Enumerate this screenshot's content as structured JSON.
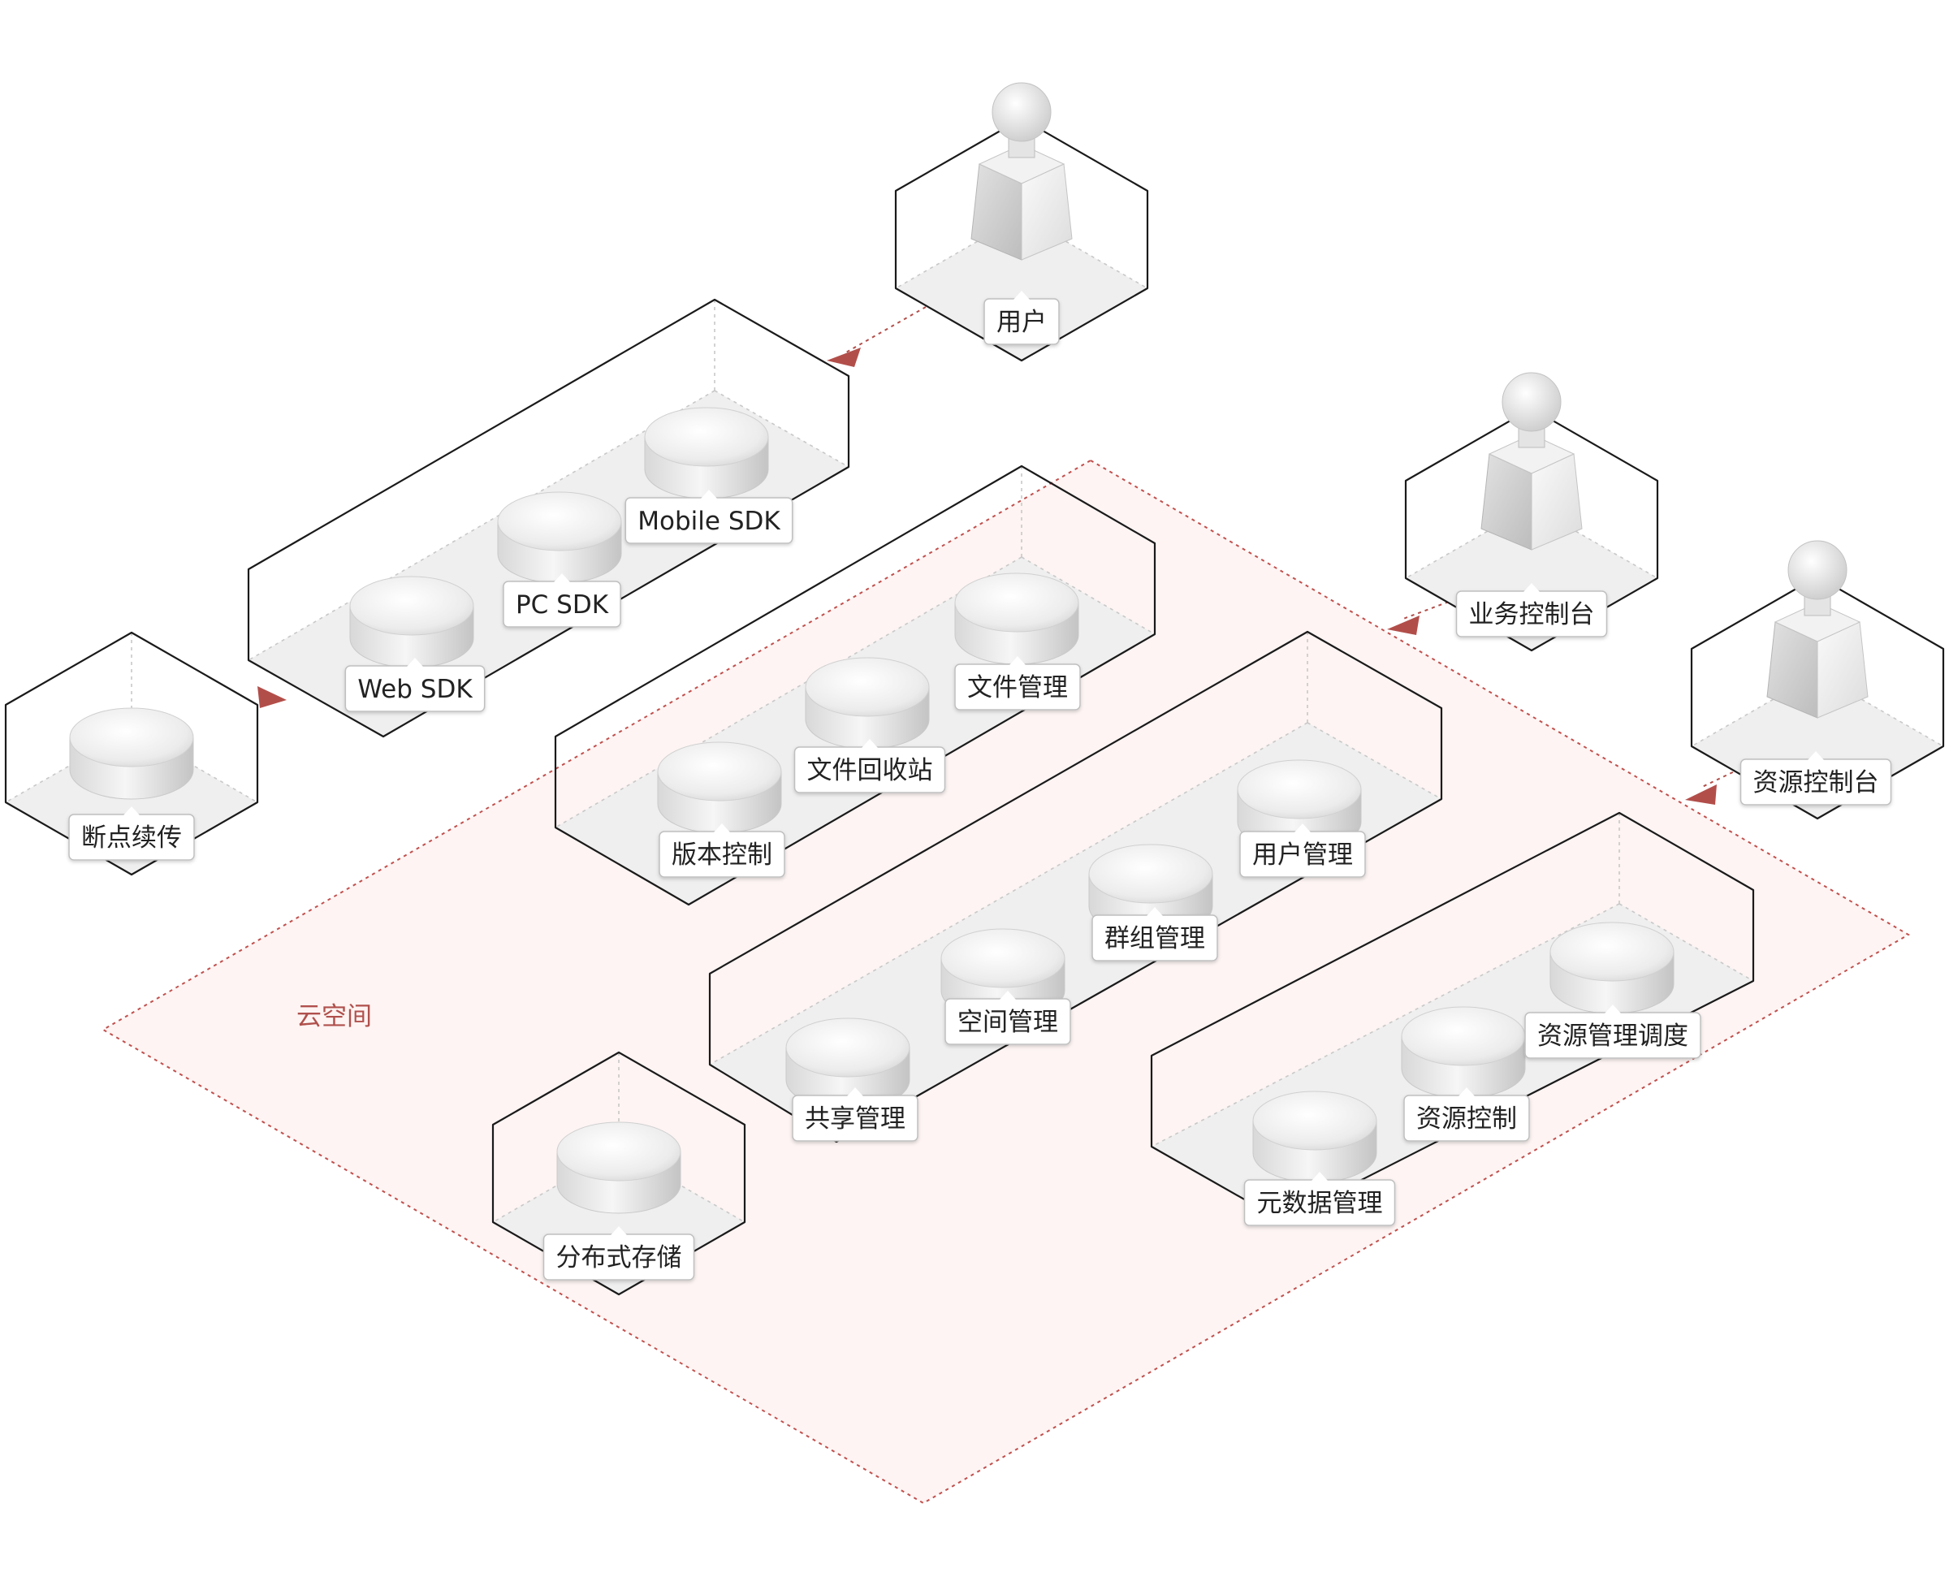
{
  "colors": {
    "background": "#ffffff",
    "zone_fill": "#fdf4f3",
    "zone_border": "#c0504d",
    "zone_label": "#b0504c",
    "arrow": "#b24e4a",
    "box_edge": "#1a1a1a",
    "hidden_edge": "#c8c8c8",
    "floor": "#efefef",
    "label_bg": "#ffffff",
    "label_border": "#bfbfbf",
    "label_text": "#222222"
  },
  "zone": {
    "label": "云空间"
  },
  "actors": [
    {
      "id": "user",
      "label": "用户",
      "icon": "person-icon"
    },
    {
      "id": "biz-console",
      "label": "业务控制台",
      "icon": "person-icon"
    },
    {
      "id": "res-console",
      "label": "资源控制台",
      "icon": "person-icon"
    }
  ],
  "groups": [
    {
      "id": "sdk",
      "components": [
        "Web SDK",
        "PC SDK",
        "Mobile SDK"
      ]
    },
    {
      "id": "file",
      "components": [
        "版本控制",
        "文件回收站",
        "文件管理"
      ]
    },
    {
      "id": "user-space",
      "components": [
        "共享管理",
        "空间管理",
        "群组管理",
        "用户管理"
      ]
    },
    {
      "id": "resource",
      "components": [
        "元数据管理",
        "资源控制",
        "资源管理调度"
      ]
    }
  ],
  "standalone": [
    {
      "id": "resume",
      "label": "断点续传",
      "icon": "disk-icon"
    },
    {
      "id": "storage",
      "label": "分布式存储",
      "icon": "disk-icon"
    }
  ],
  "connections": [
    {
      "from": "用户",
      "to": "sdk",
      "style": "dashed"
    },
    {
      "from": "断点续传",
      "to": "sdk",
      "style": "arrowhead"
    },
    {
      "from": "业务控制台",
      "to": "云空间",
      "style": "dashed"
    },
    {
      "from": "资源控制台",
      "to": "云空间",
      "style": "dashed"
    }
  ]
}
